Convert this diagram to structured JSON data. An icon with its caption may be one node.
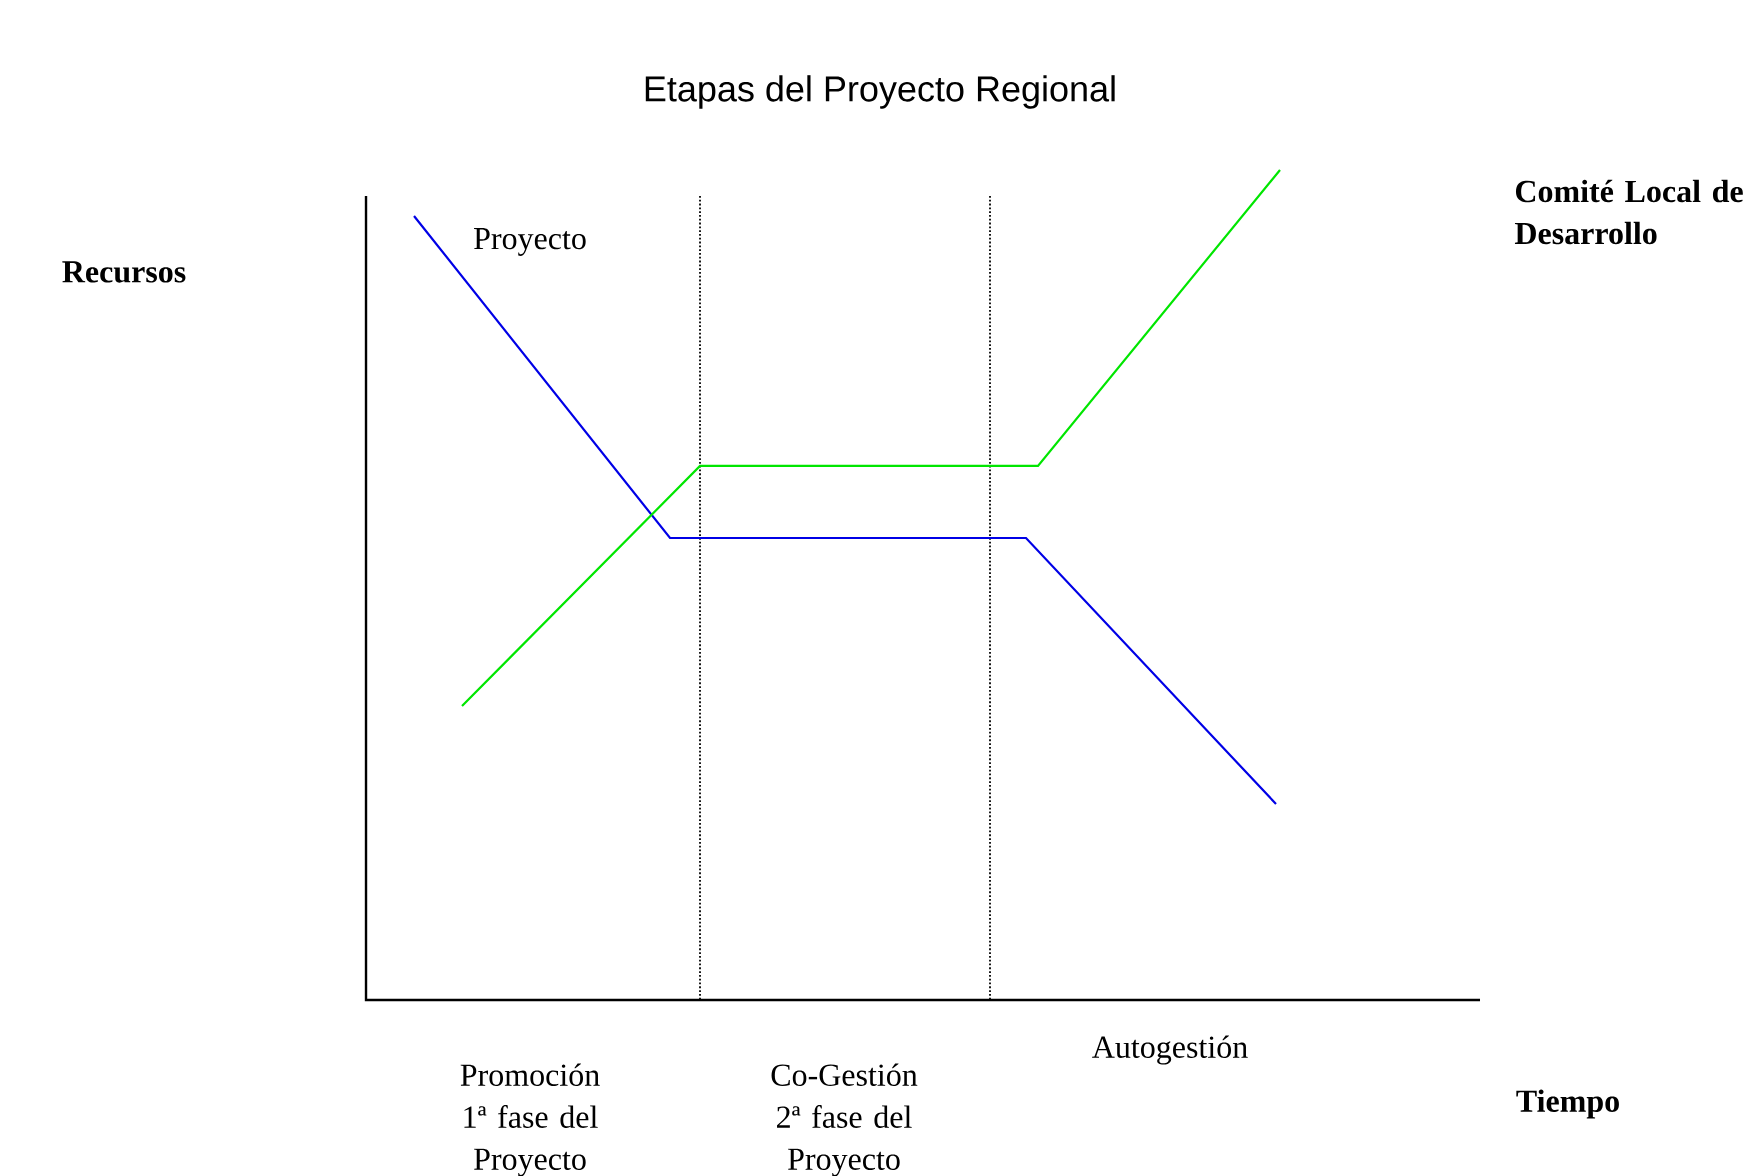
{
  "diagram": {
    "title": "Etapas del Proyecto Regional",
    "labels": [
      "Comité Local de Desarrollo",
      "Recursos",
      "Proyecto",
      "Promoción 1ª fase del Proyecto",
      "Co-Gestión 2ª fase del Proyecto",
      "Autogestión",
      "Tiempo"
    ]
  }
}
